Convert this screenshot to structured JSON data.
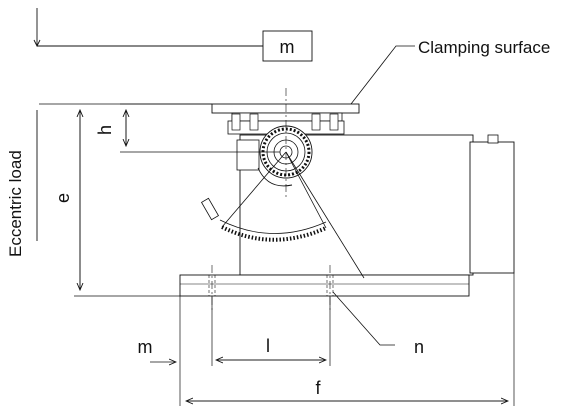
{
  "labels": {
    "eccentric_load": "Eccentric load",
    "mass_box": "m",
    "mass_side": "m",
    "clamping_surface": "Clamping surface",
    "h": "h",
    "e": "e",
    "l": "l",
    "f": "f",
    "n": "n"
  }
}
